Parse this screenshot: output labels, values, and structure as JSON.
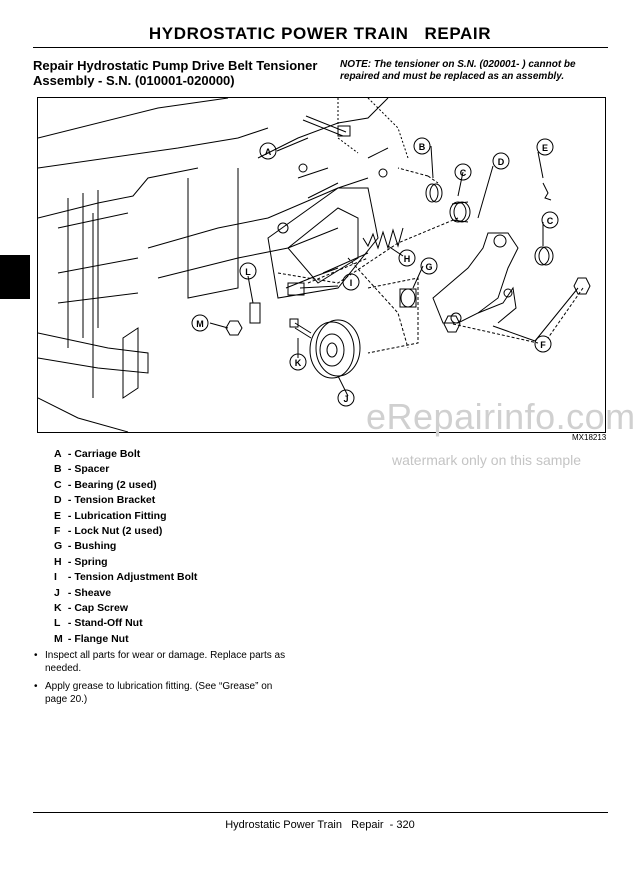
{
  "header": {
    "title": "HYDROSTATIC POWER TRAIN   REPAIR"
  },
  "section": {
    "title_line1": "Repair Hydrostatic Pump Drive Belt Tensioner",
    "title_line2": "Assembly - S.N. (010001-020000)"
  },
  "note": {
    "line1": "NOTE: The tensioner on S.N. (020001- ) cannot be",
    "line2": "repaired and must be replaced as an assembly."
  },
  "figure": {
    "id": "MX18213",
    "callouts": [
      "A",
      "B",
      "C",
      "D",
      "E",
      "C",
      "H",
      "G",
      "L",
      "I",
      "M",
      "K",
      "F",
      "J"
    ]
  },
  "watermark": {
    "brand": "eRepairinfo.com",
    "sample": "watermark only on this sample"
  },
  "legend": [
    {
      "letter": "A",
      "text": " - Carriage Bolt"
    },
    {
      "letter": "B",
      "text": " - Spacer"
    },
    {
      "letter": "C",
      "text": " - Bearing (2 used)"
    },
    {
      "letter": "D",
      "text": " - Tension Bracket"
    },
    {
      "letter": "E",
      "text": " - Lubrication Fitting"
    },
    {
      "letter": "F",
      "text": " - Lock Nut (2 used)"
    },
    {
      "letter": "G",
      "text": " - Bushing"
    },
    {
      "letter": "H",
      "text": " - Spring"
    },
    {
      "letter": "I",
      "text": " - Tension Adjustment Bolt"
    },
    {
      "letter": "J",
      "text": " - Sheave"
    },
    {
      "letter": "K",
      "text": " - Cap Screw"
    },
    {
      "letter": "L",
      "text": " - Stand-Off Nut"
    },
    {
      "letter": "M",
      "text": " - Flange Nut"
    }
  ],
  "bullets": [
    {
      "line1": "Inspect all parts for wear or damage. Replace parts as",
      "line2": "needed."
    },
    {
      "line1": "Apply grease to lubrication fitting. (See “Grease” on",
      "line2": "page 20.)"
    }
  ],
  "footer": {
    "text": "Hydrostatic Power Train   Repair  - 320"
  }
}
